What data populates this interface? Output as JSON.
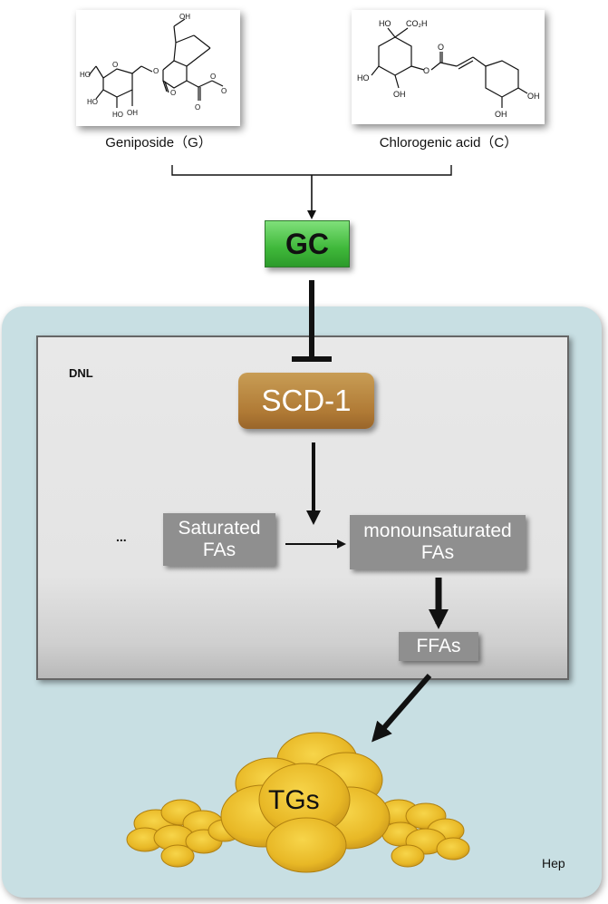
{
  "compounds": {
    "geniposide": {
      "label": "Geniposide（G）",
      "atoms": [
        "HO",
        "O",
        "O",
        "HO",
        "HO",
        "OH",
        "O",
        "O",
        "OH",
        "O",
        "O"
      ]
    },
    "chlorogenic": {
      "label": "Chlorogenic acid（C）",
      "atoms": [
        "HO",
        "CO₂H",
        "O",
        "O",
        "HO",
        "OH",
        "OH",
        "OH"
      ]
    }
  },
  "nodes": {
    "gc": "GC",
    "scd1": "SCD-1",
    "saturated": [
      "Saturated",
      "FAs"
    ],
    "monounsaturated": [
      "monounsaturated",
      "FAs"
    ],
    "ffas": "FFAs",
    "tgs": "TGs",
    "ellipsis": "..."
  },
  "regions": {
    "dnl": "DNL",
    "hep": "Hep"
  },
  "colors": {
    "gc": "#3fb83a",
    "scd1": "#b07a35",
    "gray_box": "#8f8f8f",
    "hep_bg": "#c8dfe3",
    "droplet": "#e8b826"
  }
}
